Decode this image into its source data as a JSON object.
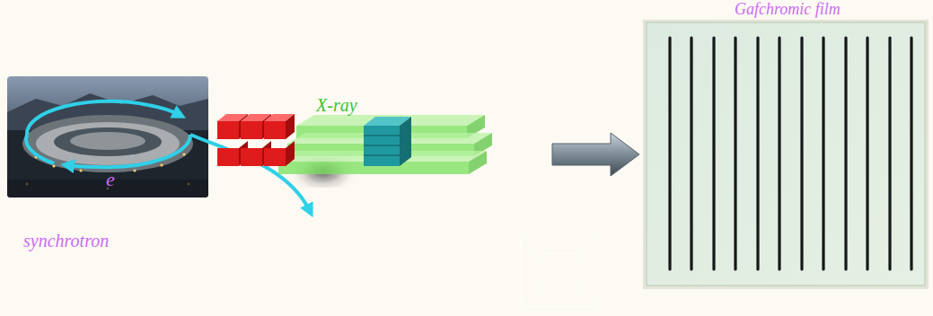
{
  "diagram": {
    "nodes": [
      {
        "text": [
          "e",
          "synchrotron"
        ]
      },
      {
        "text": [
          "Gafchromic film"
        ]
      }
    ],
    "labels": [
      "X-ray"
    ]
  }
}
